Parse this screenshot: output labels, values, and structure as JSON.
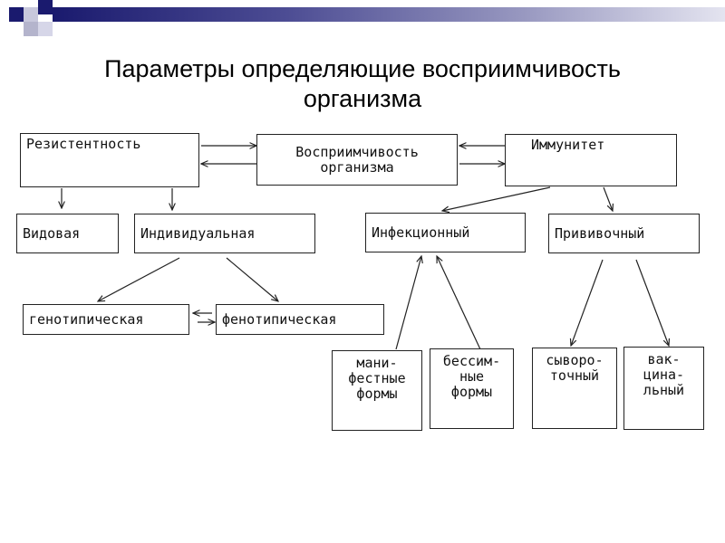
{
  "title": {
    "line1": "Параметры определяющие восприимчивость",
    "line2": "организма"
  },
  "colors": {
    "banner_dark": "#1a1a6e",
    "banner_light": "#d6d6e8",
    "ink": "#222222"
  },
  "boxes": {
    "resistance": "Резистентность",
    "susceptibility": {
      "line1": "Восприимчивость",
      "line2": "организма"
    },
    "immunity": "Иммунитет",
    "species": "Видовая",
    "individual": "Индивидуальная",
    "infectious": "Инфекционный",
    "vaccinal": "Прививочный",
    "genotypic": "генотипическая",
    "phenotypic": "фенотипическая",
    "manifest": {
      "line1": "мани-",
      "line2": "фестные",
      "line3": "формы"
    },
    "asymptomatic": {
      "line1": "бессим-",
      "line2": "ные",
      "line3": "формы"
    },
    "serum": {
      "line1": "сыворо-",
      "line2": "точный"
    },
    "vaccine": {
      "line1": "вак-",
      "line2": "цина-",
      "line3": "льный"
    }
  }
}
